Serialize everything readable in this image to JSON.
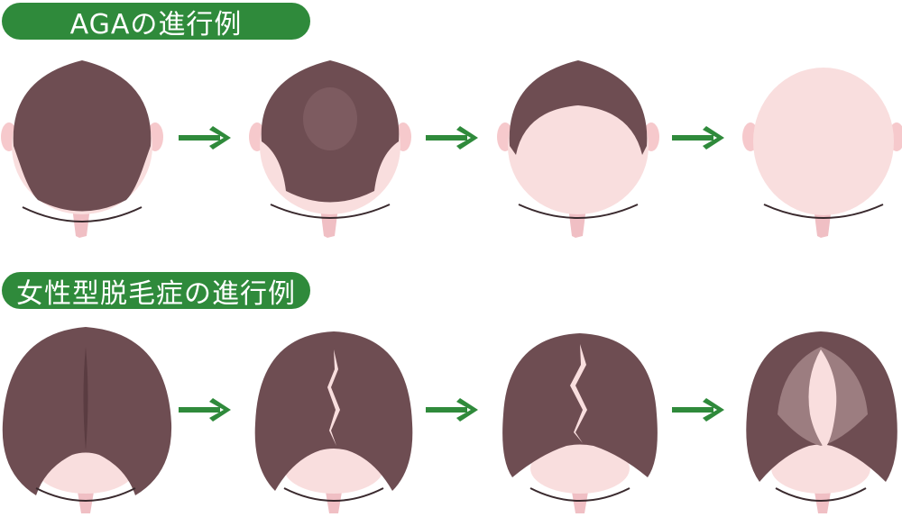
{
  "sections": [
    {
      "title": "AGAの進行例",
      "stages": [
        "stage-1",
        "stage-2",
        "stage-3",
        "stage-4"
      ]
    },
    {
      "title": "女性型脱毛症の進行例",
      "stages": [
        "stage-1",
        "stage-2",
        "stage-3",
        "stage-4"
      ]
    }
  ],
  "colors": {
    "accent_green": "#2f8a3b",
    "hair": "#6e4d52",
    "hair_light": "#9c7d80",
    "skin": "#f9dede",
    "skin_dark": "#f0bfc4",
    "arrow": "#2f8a3b"
  },
  "icons": {
    "arrow": "arrow-right-icon"
  }
}
